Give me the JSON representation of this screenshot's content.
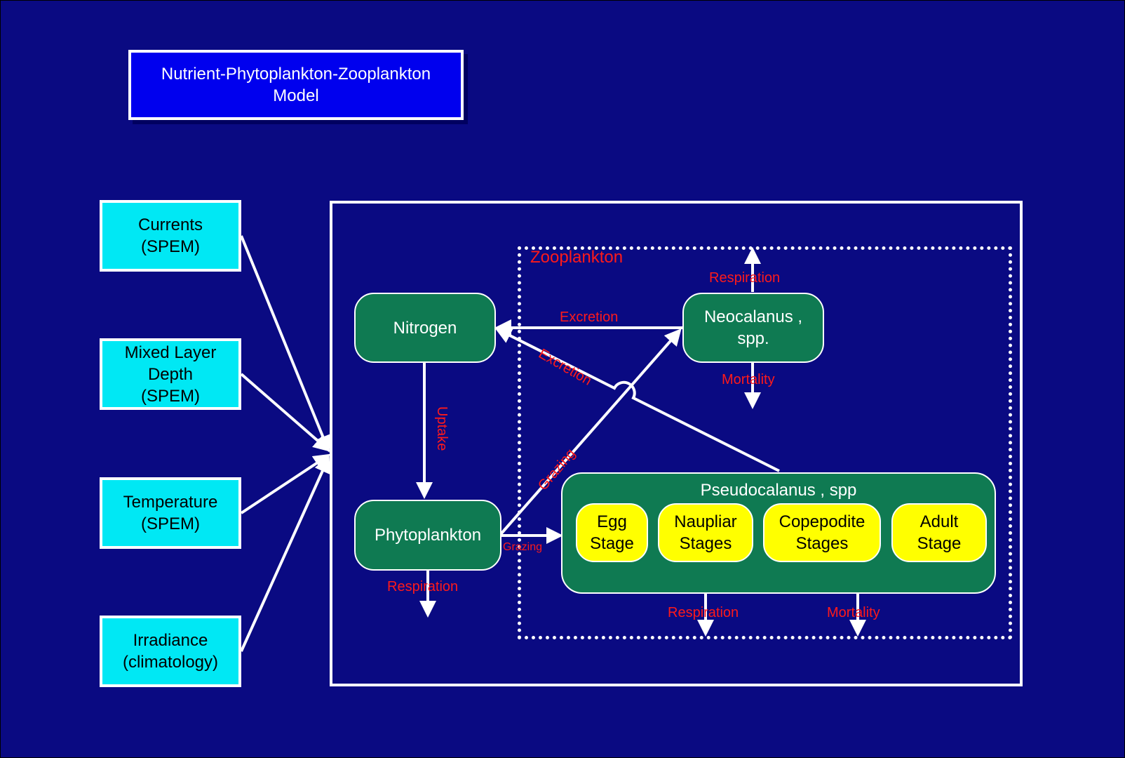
{
  "title": "Nutrient-Phytoplankton-Zooplankton\nModel",
  "inputs": {
    "currents": "Currents\n(SPEM)",
    "mixed_layer": "Mixed Layer\nDepth\n(SPEM)",
    "temperature": "Temperature\n(SPEM)",
    "irradiance": "Irradiance\n(climatology)"
  },
  "zooplankton_label": "Zooplankton",
  "nodes": {
    "nitrogen": "Nitrogen",
    "phytoplankton": "Phytoplankton",
    "neocalanus": "Neocalanus ,\nspp.",
    "pseudocalanus": "Pseudocalanus  , spp"
  },
  "stages": {
    "egg": "Egg\nStage",
    "naupliar": "Naupliar\nStages",
    "copepodite": "Copepodite\nStages",
    "adult": "Adult\nStage"
  },
  "flow_labels": {
    "excretion_top": "Excretion",
    "excretion_diag": "Excretion",
    "uptake": "Uptake",
    "grazing_diag": "Grazing",
    "grazing_small": "Grazing",
    "respiration_neo": "Respiration",
    "mortality_neo": "Mortality",
    "respiration_phyto": "Respiration",
    "respiration_pseudo": "Respiration",
    "mortality_pseudo": "Mortality"
  },
  "colors": {
    "background": "#0a0a82",
    "title_box": "#0000ee",
    "input_box": "#00e8f4",
    "node_green": "#0f7a52",
    "stage_yellow": "#ffff00",
    "flow_label_red": "#ff1a1a"
  }
}
